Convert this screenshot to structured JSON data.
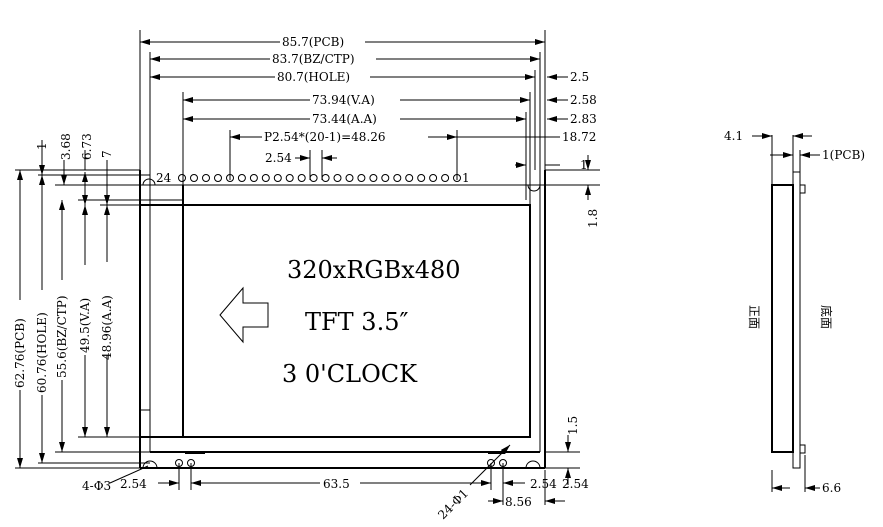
{
  "top_dims": {
    "pcb": "85.7(PCB)",
    "bz_ctp": "83.7(BZ/CTP)",
    "hole": "80.7(HOLE)",
    "va": "73.94(V.A)",
    "aa": "73.44(A.A)",
    "pitch": "P2.54*(20-1)=48.26",
    "pin_pitch": "2.54"
  },
  "right_dims": {
    "d1": "2.5",
    "d2": "2.58",
    "d3": "2.83",
    "d4": "18.72",
    "d5": "1",
    "d6": "1.8",
    "d7": "1.5",
    "d8": "2.54"
  },
  "left_dims": {
    "top1": "1",
    "top2": "3.68",
    "top3": "6.73",
    "top4": "7",
    "pcb": "62.76(PCB)",
    "hole": "60.76(HOLE)",
    "bz_ctp": "55.6(BZ/CTP)",
    "va": "49.5(V.A)",
    "aa": "48.96(A.A)"
  },
  "bottom_dims": {
    "holes": "4-Φ3",
    "left_pitch": "2.54",
    "span": "63.5",
    "pins": "24-Φ1",
    "right_pitch": "2.54",
    "right_offset": "8.56"
  },
  "pin_labels": {
    "first": "24",
    "last": "1"
  },
  "display": {
    "resolution": "320xRGBx480",
    "type": "TFT 3.5″",
    "orientation": "3 0'CLOCK"
  },
  "side_view": {
    "thickness": "4.1",
    "pcb": "1(PCB)",
    "front": "正面",
    "back": "底面",
    "bottom": "6.6"
  }
}
